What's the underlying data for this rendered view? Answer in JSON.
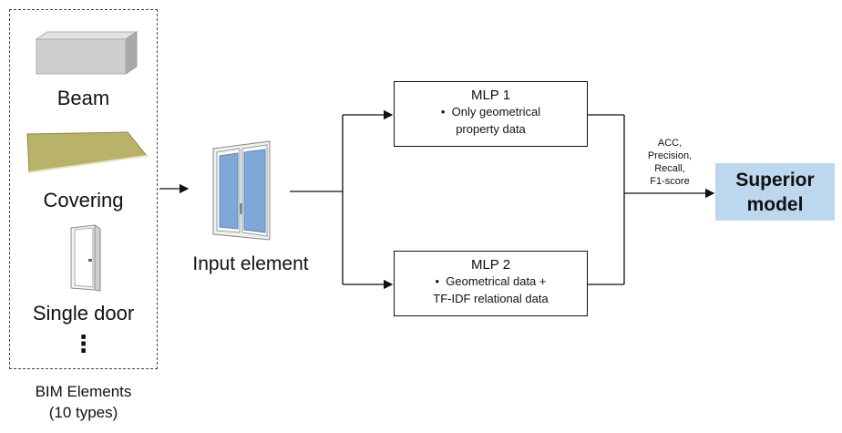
{
  "bim_elements": {
    "items": [
      {
        "label": "Beam",
        "icon": "beam-icon"
      },
      {
        "label": "Covering",
        "icon": "covering-icon"
      },
      {
        "label": "Single door",
        "icon": "door-icon"
      }
    ],
    "ellipsis": "⋮",
    "caption_line1": "BIM Elements",
    "caption_line2": "(10 types)"
  },
  "input": {
    "label": "Input element",
    "icon": "window-icon"
  },
  "mlp1": {
    "title": "MLP 1",
    "bullet": "•",
    "line1": "Only geometrical",
    "line2": "property data"
  },
  "mlp2": {
    "title": "MLP 2",
    "bullet": "•",
    "line1": "Geometrical data +",
    "line2": "TF-IDF relational data"
  },
  "metrics": [
    "ACC,",
    "Precision,",
    "Recall,",
    "F1-score"
  ],
  "result": {
    "line1": "Superior",
    "line2": "model"
  },
  "colors": {
    "result_fill": "#bdd7ee",
    "window_glass": "#7fa8d8",
    "covering": "#b9b36a"
  }
}
